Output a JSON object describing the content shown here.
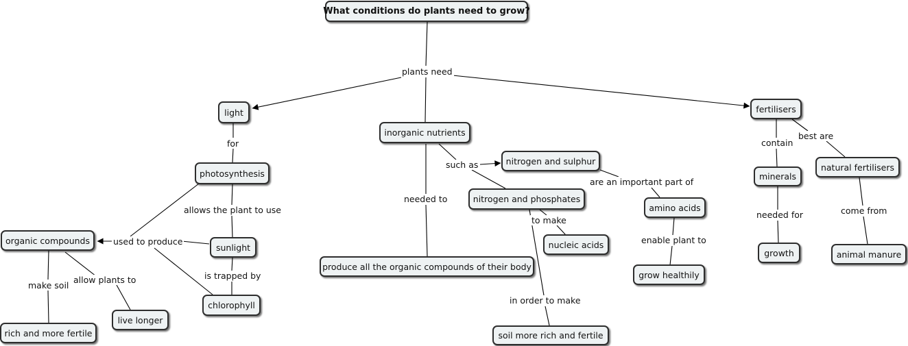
{
  "diagram": {
    "title": "What conditions do plants need to grow?",
    "nodes": {
      "root": "What conditions do plants need to grow?",
      "light": "light",
      "photosynthesis": "photosynthesis",
      "sunlight": "sunlight",
      "chlorophyll": "chlorophyll",
      "organic_compounds": "organic compounds",
      "rich_fertile": "rich and more fertile",
      "live_longer": "live longer",
      "inorganic_nutrients": "inorganic nutrients",
      "nitrogen_sulphur": "nitrogen and sulphur",
      "nitrogen_phosphates": "nitrogen and phosphates",
      "produce_all": "produce all the organic compounds of their body",
      "nucleic_acids": "nucleic acids",
      "soil_rich": "soil more rich  and fertile",
      "amino_acids": "amino acids",
      "grow_healthily": "grow healthily",
      "fertilisers": "fertilisers",
      "minerals": "minerals",
      "growth": "growth",
      "natural_fertilisers": "natural fertilisers",
      "animal_manure": "animal manure"
    },
    "links": {
      "plants_need": "plants need",
      "for": "for",
      "allows_use": "allows the plant to use",
      "used_to_produce": "used to produce",
      "is_trapped_by": "is trapped by",
      "make_soil": "make soil",
      "allow_plants_to": "allow plants to",
      "such_as": "such as",
      "needed_to": "needed to",
      "important_part": "are an important part of",
      "to_make": "to make",
      "in_order_to_make": "in order to make",
      "enable_plant_to": "enable plant to",
      "contain": "contain",
      "best_are": "best are",
      "needed_for": "needed for",
      "come_from": "come from"
    }
  }
}
